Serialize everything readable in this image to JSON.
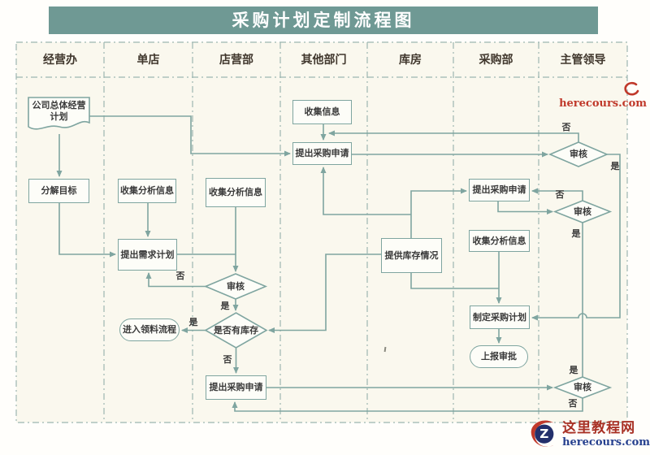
{
  "title": "采购计划定制流程图",
  "lanes": [
    "经营办",
    "单店",
    "店营部",
    "其他部门",
    "库房",
    "采购部",
    "主管领导"
  ],
  "nodes": {
    "company_plan": {
      "label": "公司总体经营\n计划",
      "shape": "document"
    },
    "decompose_goal": {
      "label": "分解目标",
      "shape": "process"
    },
    "store_collect_info": {
      "label": "收集分析信息",
      "shape": "process"
    },
    "demand_plan": {
      "label": "提出需求计划",
      "shape": "process"
    },
    "material_flow": {
      "label": "进入领料流程",
      "shape": "terminator"
    },
    "dept_collect_info": {
      "label": "收集分析信息",
      "shape": "process"
    },
    "dept_review": {
      "label": "审核",
      "shape": "decision"
    },
    "stock_check": {
      "label": "是否有库存",
      "shape": "decision"
    },
    "dept_purchase_request": {
      "label": "提出采购申请",
      "shape": "process"
    },
    "other_collect_info": {
      "label": "收集信息",
      "shape": "process"
    },
    "other_purchase_request": {
      "label": "提出采购申请",
      "shape": "process"
    },
    "warehouse_provide_stock": {
      "label": "提供库存情况",
      "shape": "process"
    },
    "pur_purchase_request": {
      "label": "提出采购申请",
      "shape": "process"
    },
    "pur_collect_info": {
      "label": "收集分析信息",
      "shape": "process"
    },
    "pur_make_plan": {
      "label": "制定采购计划",
      "shape": "process"
    },
    "pur_submit_approval": {
      "label": "上报审批",
      "shape": "terminator"
    },
    "leader_review_1": {
      "label": "审核",
      "shape": "decision"
    },
    "leader_review_2": {
      "label": "审核",
      "shape": "decision"
    },
    "leader_review_3": {
      "label": "审核",
      "shape": "decision"
    }
  },
  "edge_labels": {
    "yes": "是",
    "no": "否"
  },
  "watermark": {
    "site_name": "这里教程网",
    "site_url": "herecours.com",
    "logo_letter": "Z",
    "top_url": "herecours.com"
  },
  "colors": {
    "banner_bg": "#6f9994",
    "banner_text": "#ffffff",
    "line": "#7fa5a0",
    "lane_border": "#9cb6b1",
    "table_bg": "#faf8ee",
    "node_fill": "#fdfdf8",
    "text": "#3a3a3a",
    "watermark_red": "#a93226",
    "watermark_blue": "#27418f"
  }
}
